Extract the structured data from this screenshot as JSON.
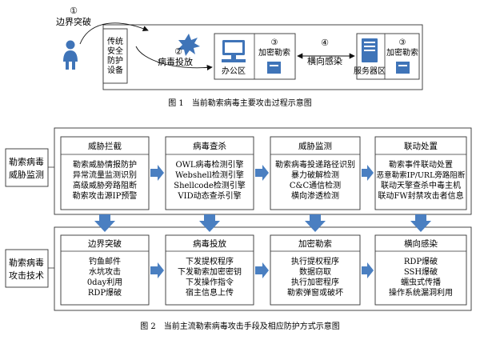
{
  "figure1": {
    "step1": {
      "num": "①",
      "label": "边界突破"
    },
    "device": [
      "传统",
      "安全",
      "防护",
      "设备"
    ],
    "step2": {
      "num": "②",
      "label": "病毒投放"
    },
    "office": {
      "num": "③",
      "encrypt": "加密勒索",
      "zone": "办公区"
    },
    "step4": {
      "num": "④",
      "label": "横向感染"
    },
    "server": {
      "num": "③",
      "encrypt": "加密勒索",
      "zone": "服务器区"
    },
    "caption": "图 1　当前勒索病毒主要攻击过程示意图"
  },
  "figure2": {
    "row1_label": [
      "勒索病毒",
      "威胁监测"
    ],
    "row2_label": [
      "勒索病毒",
      "攻击技术"
    ],
    "row1_boxes": [
      {
        "title": "威胁拦截",
        "items": [
          "勒索威胁情报防护",
          "异常流量监测识别",
          "高级威胁旁路阻断",
          "勒索攻击源IP预警"
        ]
      },
      {
        "title": "病毒查杀",
        "items": [
          "OWL病毒检测引擎",
          "Webshell检测引擎",
          "Shellcode检测引擎",
          "VID动态查杀引擎"
        ]
      },
      {
        "title": "威胁监测",
        "items": [
          "勒索病毒投递路径识别",
          "暴力破解检测",
          "C&C通信检测",
          "横向渗透检测"
        ]
      },
      {
        "title": "联动处置",
        "items": [
          "勒索事件联动处置",
          "恶意勒索IP/URL旁路阻断",
          "联动天擎查杀中毒主机",
          "联动FW封禁攻击者信息"
        ]
      }
    ],
    "row2_boxes": [
      {
        "title": "边界突破",
        "items": [
          "钓鱼邮件",
          "水坑攻击",
          "0day利用",
          "RDP爆破"
        ]
      },
      {
        "title": "病毒投放",
        "items": [
          "下发提权程序",
          "下发勒索加密密钥",
          "下发操作指令",
          "宿主信息上传"
        ]
      },
      {
        "title": "加密勒索",
        "items": [
          "执行提权程序",
          "数据窃取",
          "执行加密程序",
          "勒索弹窗或破坏"
        ]
      },
      {
        "title": "横向感染",
        "items": [
          "RDP爆破",
          "SSH爆破",
          "蠕虫式传播",
          "操作系统漏洞利用"
        ]
      }
    ],
    "caption": "图 2　当前主流勒索病毒攻击手段及相应防护方式示意图"
  },
  "colors": {
    "arrow_blue": "#4a7fc1",
    "icon_blue": "#3f74b8",
    "border": "#333333"
  }
}
